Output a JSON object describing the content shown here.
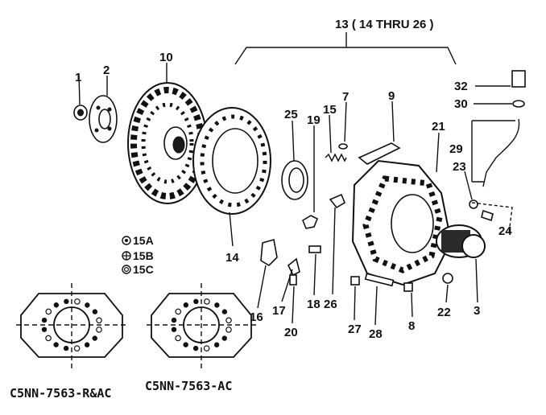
{
  "group_label": "13 ( 14 THRU 26 )",
  "callouts": [
    "1",
    "2",
    "10",
    "7",
    "9",
    "15",
    "19",
    "25",
    "21",
    "32",
    "30",
    "29",
    "23",
    "24",
    "14",
    "16",
    "17",
    "18",
    "26",
    "20",
    "27",
    "28",
    "8",
    "22",
    "3"
  ],
  "legend": [
    {
      "symbol": "dot",
      "label": "15A"
    },
    {
      "symbol": "cross",
      "label": "15B"
    },
    {
      "symbol": "ring",
      "label": "15C"
    }
  ],
  "captions": [
    "C5NN-7563-R&AC",
    "C5NN-7563-AC"
  ]
}
